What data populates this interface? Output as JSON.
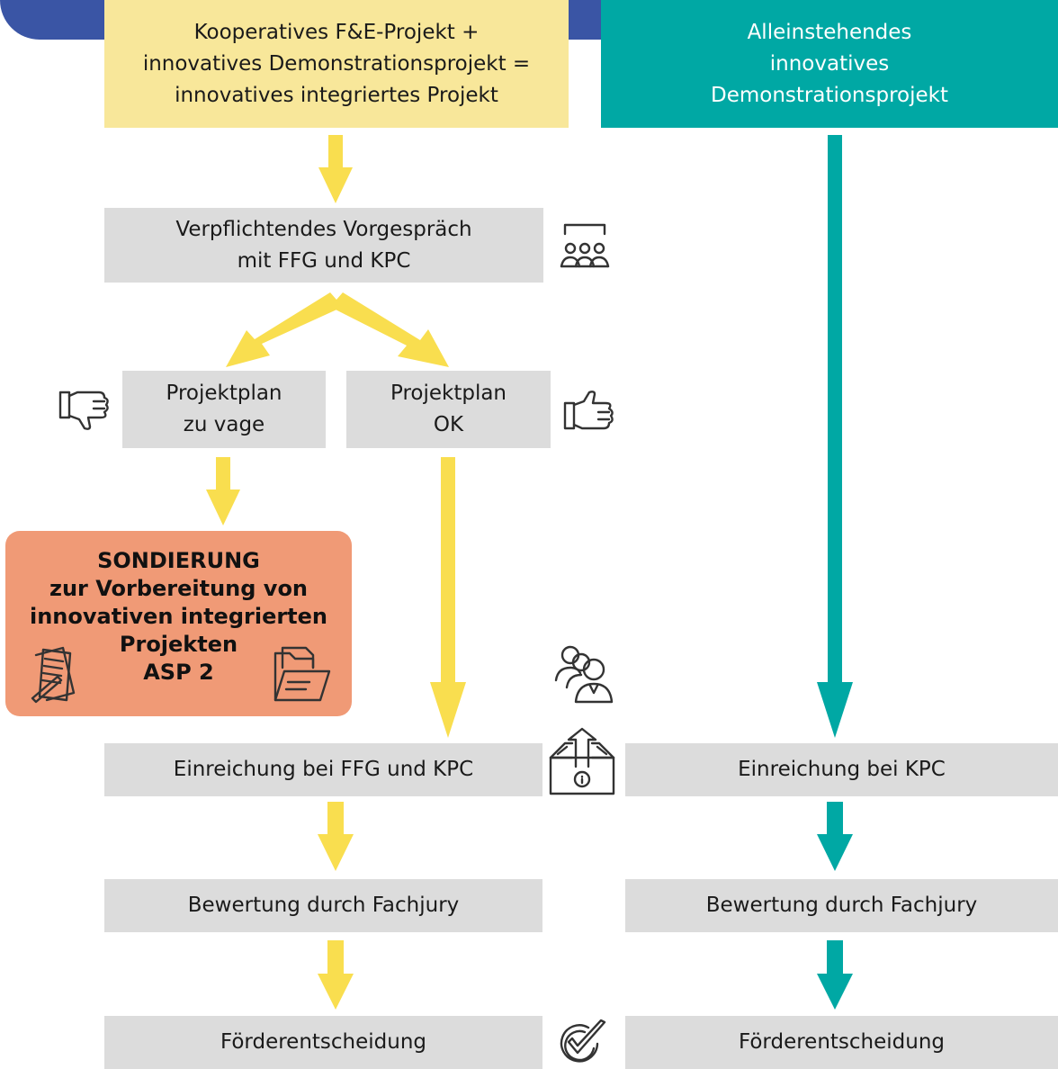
{
  "top_left": {
    "line1": "Kooperatives F&E-Projekt +",
    "line2": "innovatives Demonstrationsprojekt =",
    "line3": "innovatives integriertes Projekt"
  },
  "top_right": {
    "line1": "Alleinstehendes",
    "line2": "innovatives",
    "line3": "Demonstrationsprojekt"
  },
  "vorgespraech": {
    "line1": "Verpflichtendes Vorgespräch",
    "line2": "mit FFG und KPC"
  },
  "plan_vage": {
    "line1": "Projektplan",
    "line2": "zu vage"
  },
  "plan_ok": {
    "line1": "Projektplan",
    "line2": "OK"
  },
  "sondierung": {
    "line1": "SONDIERUNG",
    "line2": "zur Vorbereitung von",
    "line3": "innovativen integrierten",
    "line4": "Projekten",
    "line5": "ASP 2"
  },
  "left": {
    "einreichung": "Einreichung bei FFG und KPC",
    "bewertung": "Bewertung durch Fachjury",
    "entscheidung": "Förderentscheidung"
  },
  "right": {
    "einreichung": "Einreichung bei KPC",
    "bewertung": "Bewertung durch Fachjury",
    "entscheidung": "Förderentscheidung"
  },
  "colors": {
    "brand_blue": "#3a55a5",
    "yellow_box": "#f8e79a",
    "yellow_arrow": "#f9de4f",
    "teal": "#00a8a4",
    "grey_box": "#dcdcdc",
    "sondierung": "#f09a76"
  },
  "icons": {
    "meeting": "meeting-group-icon",
    "thumbs_down": "thumbs-down-icon",
    "thumbs_up": "thumbs-up-icon",
    "documents": "document-pen-icon",
    "folder": "folder-icon",
    "upload": "upload-box-icon",
    "jury": "jury-group-icon",
    "check": "check-circle-icon"
  }
}
